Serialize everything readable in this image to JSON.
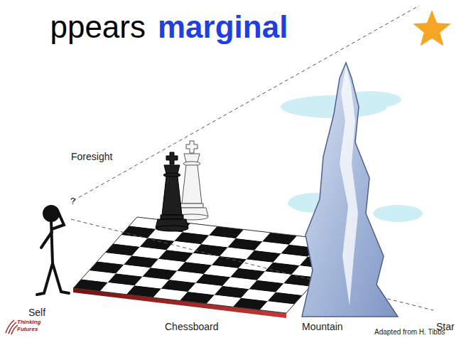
{
  "diagram": {
    "labels": [
      "ppears",
      "marginal",
      "Foresight",
      "?",
      "Self",
      "Chessboard",
      "Mountain",
      "Star",
      "Thinking",
      "Futures",
      "Adapted from H. Tibbs"
    ]
  }
}
